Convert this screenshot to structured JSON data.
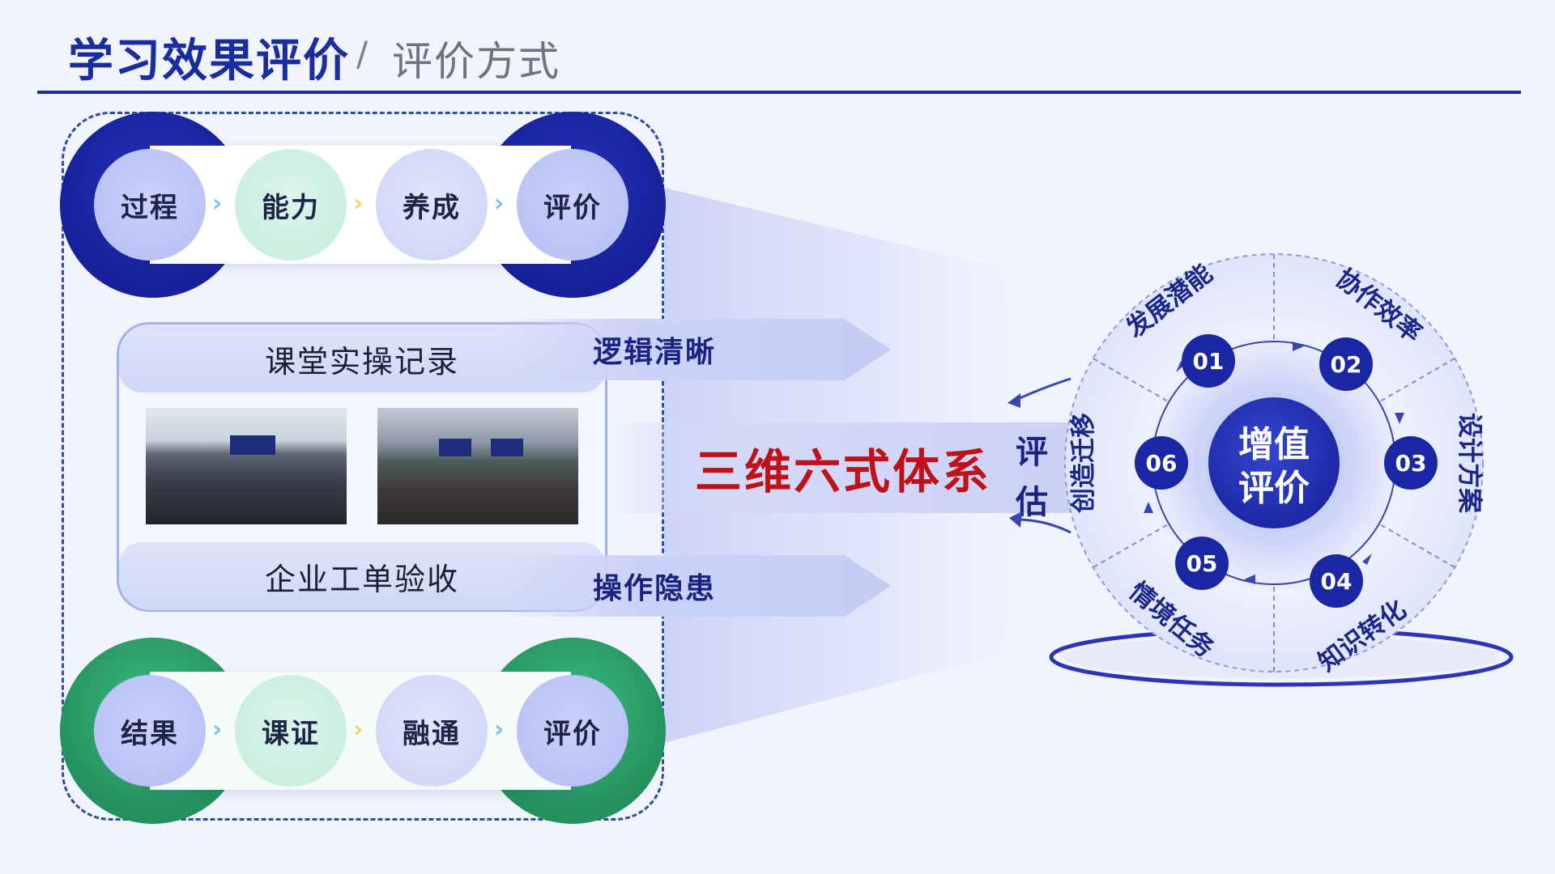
{
  "header": {
    "title": "学习效果评价",
    "separator": "/",
    "subtitle": "评价方式"
  },
  "process_flow": {
    "steps": [
      "过程",
      "能力",
      "养成",
      "评价"
    ],
    "arrow": "›"
  },
  "result_flow": {
    "steps": [
      "结果",
      "课证",
      "融通",
      "评价"
    ],
    "arrow": "›"
  },
  "middle_panel": {
    "top_label": "课堂实操记录",
    "bottom_label": "企业工单验收"
  },
  "funnel": {
    "top_tag": "逻辑清晰",
    "main_tag": "三维六式体系",
    "bottom_tag": "操作隐患",
    "side_label": "评估"
  },
  "cycle": {
    "center": [
      "增值",
      "评价"
    ],
    "nodes": [
      "01",
      "02",
      "03",
      "04",
      "05",
      "06"
    ],
    "segments": [
      "发展潜能",
      "协作效率",
      "设计方案",
      "知识转化",
      "情境任务",
      "创造迁移"
    ]
  },
  "colors": {
    "primary": "#1a2da0",
    "green": "#2fa771",
    "accent_red": "#c01018"
  }
}
